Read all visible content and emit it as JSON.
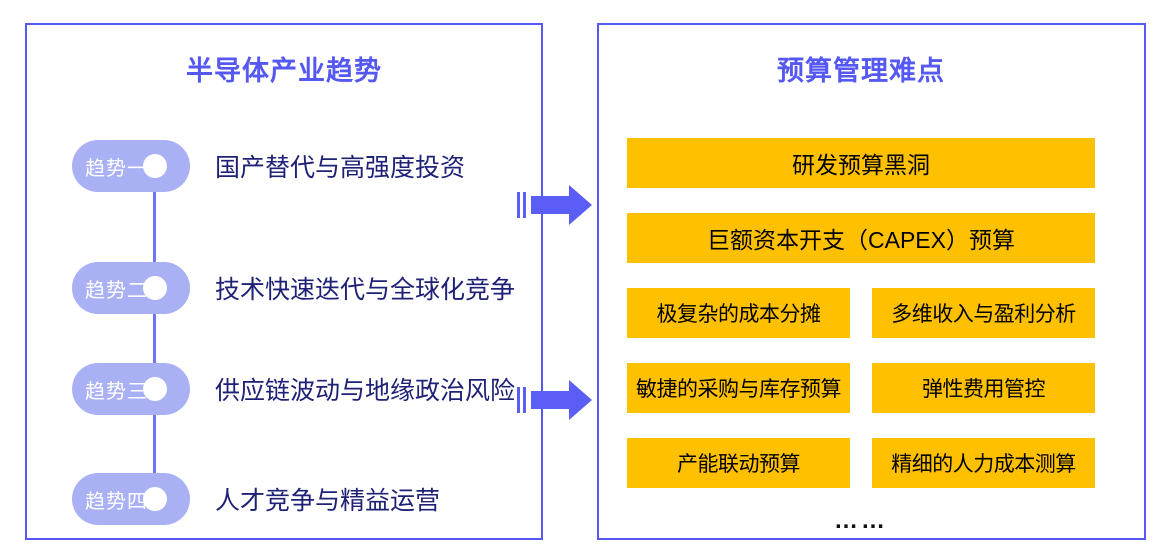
{
  "left_panel": {
    "title": "半导体产业趋势",
    "trends": [
      {
        "label": "趋势一",
        "text": "国产替代与高强度投资"
      },
      {
        "label": "趋势二",
        "text": "技术快速迭代与全球化竞争"
      },
      {
        "label": "趋势三",
        "text": "供应链波动与地缘政治风险"
      },
      {
        "label": "趋势四",
        "text": "人才竞争与精益运营"
      }
    ]
  },
  "right_panel": {
    "title": "预算管理难点",
    "full_width_items": [
      "研发预算黑洞",
      "巨额资本开支（CAPEX）预算"
    ],
    "grid_items": [
      [
        "极复杂的成本分摊",
        "多维收入与盈利分析"
      ],
      [
        "敏捷的采购与库存预算",
        "弹性费用管控"
      ],
      [
        "产能联动预算",
        "精细的人力成本测算"
      ]
    ],
    "more_indicator": "……"
  },
  "colors": {
    "panel_border": "#5558f2",
    "title_text": "#5558f2",
    "arrow": "#5b5ef6",
    "pill_background": "#a9b1f4",
    "pill_text": "#ffffff",
    "timeline_line": "#6e74f4",
    "trend_text": "#1e2176",
    "box_background": "#ffc000",
    "box_text": "#000000"
  }
}
